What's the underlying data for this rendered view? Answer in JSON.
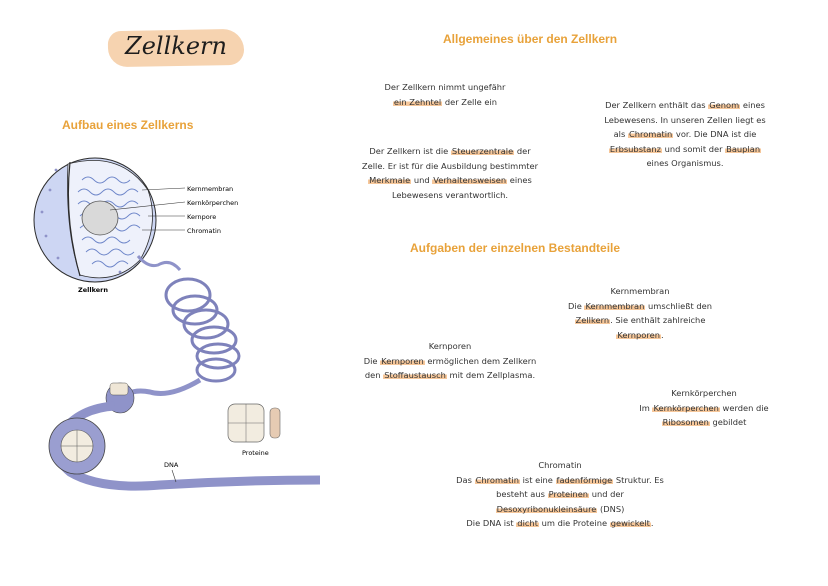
{
  "title": "Zellkern",
  "left_heading": "Aufbau eines Zellkerns",
  "right_heading": "Allgemeines über den Zellkern",
  "tasks_heading": "Aufgaben der einzelnen Bestandteile",
  "diagram": {
    "labels": [
      "Kernmembran",
      "Kernkörperchen",
      "Kernpore",
      "Chromatin"
    ],
    "nucleus_caption": "Zellkern",
    "proteins_caption": "Proteine",
    "dna_caption": "DNA"
  },
  "general": {
    "p1": {
      "t1": "Der Zellkern nimmt ungefähr",
      "h1": "ein Zehntel",
      "t2": " der Zelle ein"
    },
    "p2": {
      "t1": "Der Zellkern ist die ",
      "h1": "Steuerzentrale",
      "t2": " der",
      "l2": "Zelle. Er ist für die Ausbildung bestimmter",
      "h2": "Merkmale",
      "t3": " und ",
      "h3": "Verhaltensweisen",
      "t4": " eines",
      "l4": "Lebewesens verantwortlich."
    },
    "p3": {
      "t1": "Der Zellkern enthält das ",
      "h1": "Genom",
      "t2": " eines",
      "l2": "Lebewesens. In unseren Zellen liegt es",
      "t3": "als ",
      "h2": "Chromatin",
      "t4": " vor. Die DNA ist die",
      "h3": "Erbsubstanz",
      "t5": " und somit der ",
      "h4": "Bauplan",
      "l5": "eines Organismus."
    }
  },
  "tasks": {
    "kernmembran": {
      "title": "Kernmembran",
      "t1": "Die ",
      "h1": "Kernmembran",
      "t2": " umschließt den",
      "h2": "Zellkern",
      "t3": ". Sie enthält zahlreiche",
      "h3": "Kernporen",
      "t4": "."
    },
    "kernporen": {
      "title": "Kernporen",
      "t1": "Die ",
      "h1": "Kernporen",
      "t2": " ermöglichen dem Zellkern",
      "t3": "den ",
      "h2": "Stoffaustausch",
      "t4": " mit dem Zellplasma."
    },
    "kernkoerperchen": {
      "title": "Kernkörperchen",
      "t1": "Im ",
      "h1": "Kernkörperchen",
      "t2": " werden die",
      "h2": "Ribosomen",
      "t3": " gebildet"
    },
    "chromatin": {
      "title": "Chromatin",
      "t1": "Das ",
      "h1": "Chromatin",
      "t2": " ist eine ",
      "h2": "fadenförmige",
      "t3": " Struktur. Es",
      "t4": "besteht aus ",
      "h3": "Proteinen",
      "t5": " und der",
      "h4": "Desoxyribonukleinsäure",
      "t6": " (DNS)",
      "t7": "Die DNA ist ",
      "h5": "dicht",
      "t8": " um die Proteine ",
      "h6": "gewickelt",
      "t9": "."
    }
  },
  "colors": {
    "accent": "#e8a23a",
    "highlight": "#f6c79a",
    "dna": "#8f93c9",
    "nucleus": "#c9d3f2"
  }
}
